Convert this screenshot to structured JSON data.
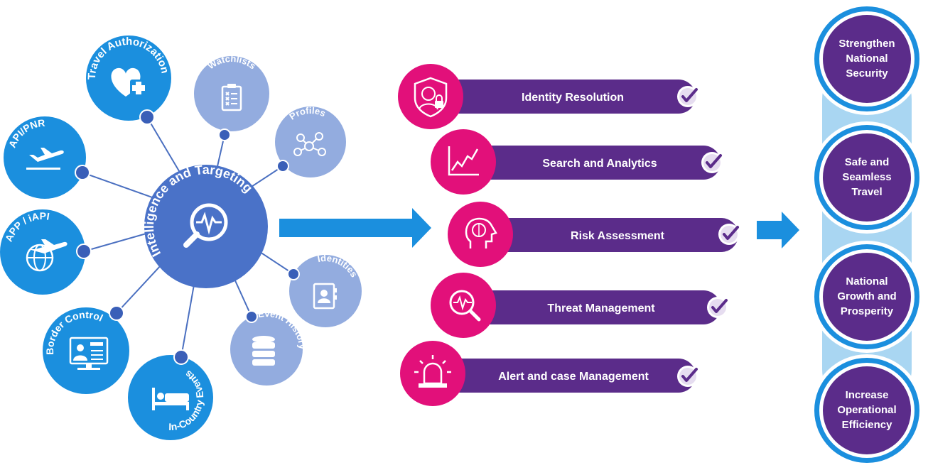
{
  "hub": {
    "label": "Intelligence and Targeting",
    "icon": "analytics-magnifier-icon"
  },
  "sources": [
    {
      "id": "travel-authorization",
      "label": "Travel Authorization",
      "icon": "heart-plus-icon"
    },
    {
      "id": "watchlists",
      "label": "Watchlists",
      "icon": "checklist-icon"
    },
    {
      "id": "profiles",
      "label": "Profiles",
      "icon": "network-people-icon"
    },
    {
      "id": "api-pnr",
      "label": "API/PNR",
      "icon": "plane-departure-icon"
    },
    {
      "id": "app-iapi",
      "label": "APP / iAPI",
      "icon": "globe-plane-icon"
    },
    {
      "id": "identities",
      "label": "Identities",
      "icon": "contact-book-icon"
    },
    {
      "id": "border-control",
      "label": "Border Control",
      "icon": "officer-screen-icon"
    },
    {
      "id": "event-history",
      "label": "Event History",
      "icon": "database-icon"
    },
    {
      "id": "in-country-events",
      "label": "In-Country Events",
      "icon": "bed-icon"
    }
  ],
  "capabilities": [
    {
      "label": "Identity Resolution",
      "icon": "shield-face-lock-icon"
    },
    {
      "label": "Search and Analytics",
      "icon": "line-chart-icon"
    },
    {
      "label": "Risk Assessment",
      "icon": "head-brain-icon"
    },
    {
      "label": "Threat Management",
      "icon": "magnifier-pulse-icon"
    },
    {
      "label": "Alert and case Management",
      "icon": "siren-icon"
    }
  ],
  "outcomes": [
    {
      "lines": [
        "Strengthen",
        "National",
        "Security"
      ]
    },
    {
      "lines": [
        "Safe and",
        "Seamless",
        "Travel"
      ]
    },
    {
      "lines": [
        "National",
        "Growth and",
        "Prosperity"
      ]
    },
    {
      "lines": [
        "Increase",
        "Operational",
        "Efficiency"
      ]
    }
  ],
  "colors": {
    "hub": "#4A72C8",
    "source_blue": "#1B8FDE",
    "source_light": "#93ACDF",
    "connector": "#4A6FC0",
    "connector_dot": "#3A5FB8",
    "flow_arrow": "#1B8FDE",
    "capability_bar": "#5B2C8A",
    "capability_icon": "#E2107A",
    "outcome_fill": "#5B2C8A",
    "outcome_ring": "#1B8FDE",
    "outcome_chain": "#A9D6F2"
  }
}
